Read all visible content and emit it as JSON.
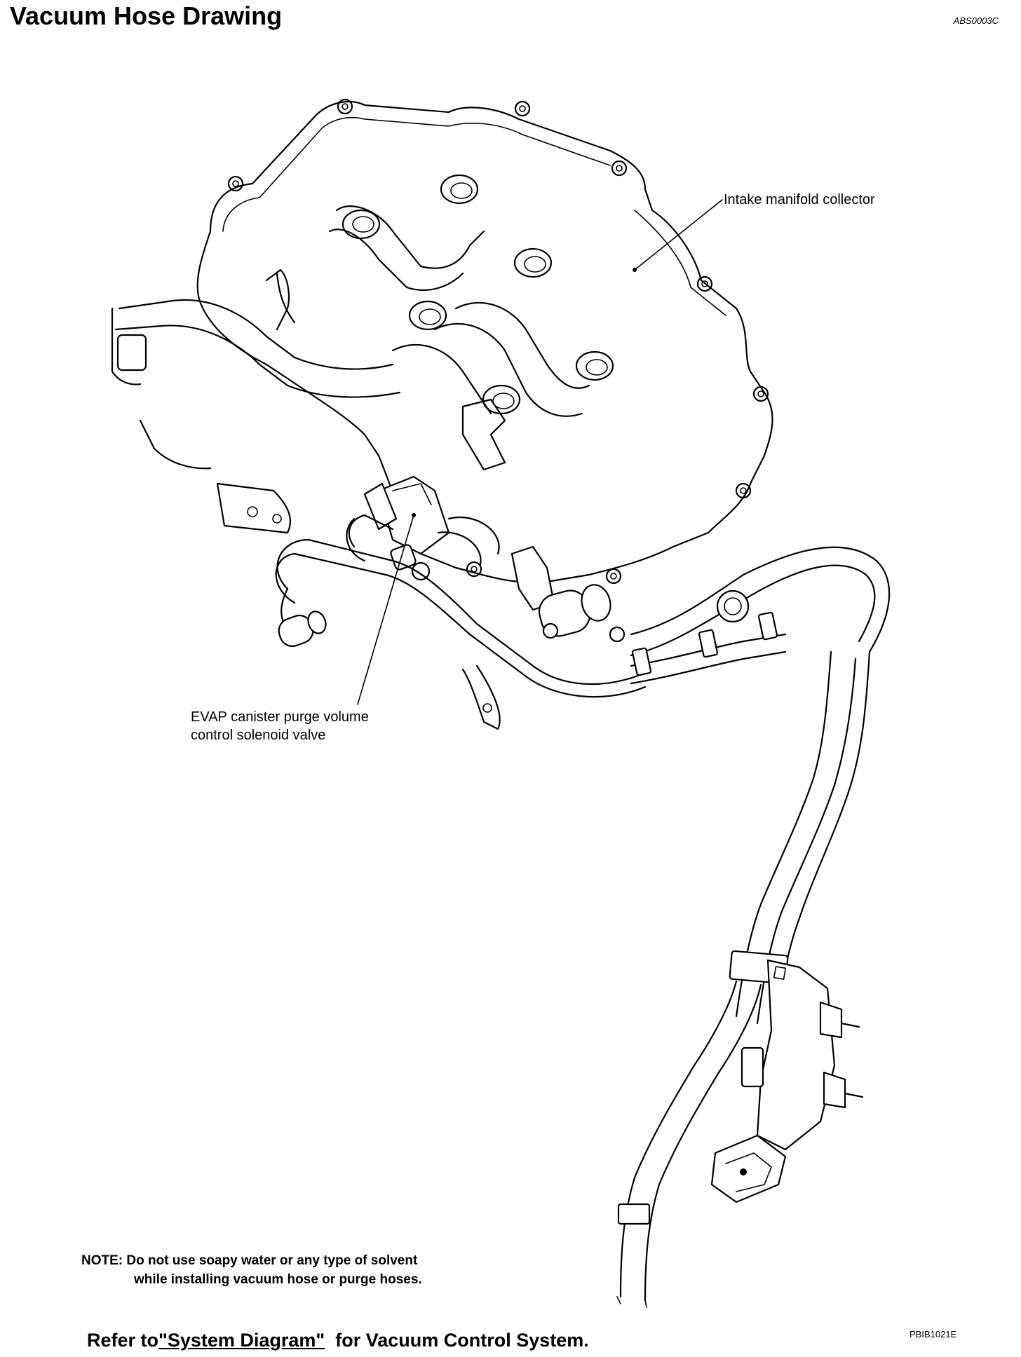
{
  "header": {
    "title": "Vacuum Hose Drawing",
    "doc_code": "ABS0003C"
  },
  "callouts": {
    "intake_manifold": "Intake manifold collector",
    "evap_line1": "EVAP canister purge volume",
    "evap_line2": "control solenoid valve"
  },
  "note": {
    "line1": "NOTE: Do not use soapy water or any type of solvent",
    "line2": "while installing vacuum hose or purge hoses."
  },
  "figure_code": "PBIB1021E",
  "footer": {
    "prefix": "Refer to",
    "link": "\"System Diagram\"",
    "suffix": "  for Vacuum Control System."
  }
}
